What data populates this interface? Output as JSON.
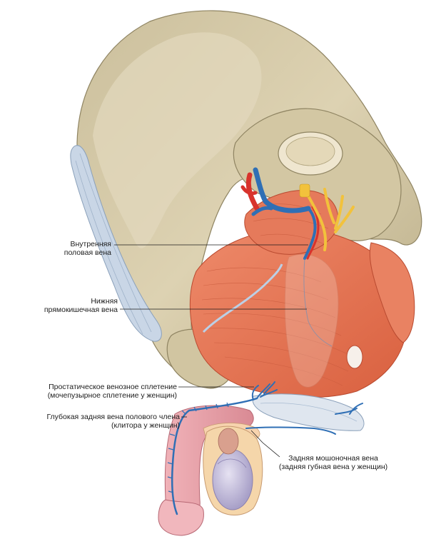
{
  "labels": {
    "internal_pudendal_vein": [
      "Внутренняя",
      "половая вена"
    ],
    "inferior_rectal_vein": [
      "Нижняя",
      "прямокишечная вена"
    ],
    "prostatic_venous_plexus": [
      "Простатическое венозное сплетение",
      "(мочепузырное сплетение у женщин)"
    ],
    "deep_dorsal_vein": [
      "Глубокая задняя вена полового члена",
      "(клитора у женщин)"
    ],
    "posterior_scrotal_vein": [
      "Задняя мошоночная вена",
      "(задняя губная вена у женщин)"
    ]
  },
  "colors": {
    "bone": "#d8ccaa",
    "bone_shadow": "#a89c78",
    "muscle": "#e8795a",
    "vein": "#2f6fb5",
    "artery": "#d8332c",
    "nerve": "#f2c23c",
    "ligament": "#c9d6e6",
    "skin": "#e9a0a8",
    "testis": "#cdc6e2"
  }
}
